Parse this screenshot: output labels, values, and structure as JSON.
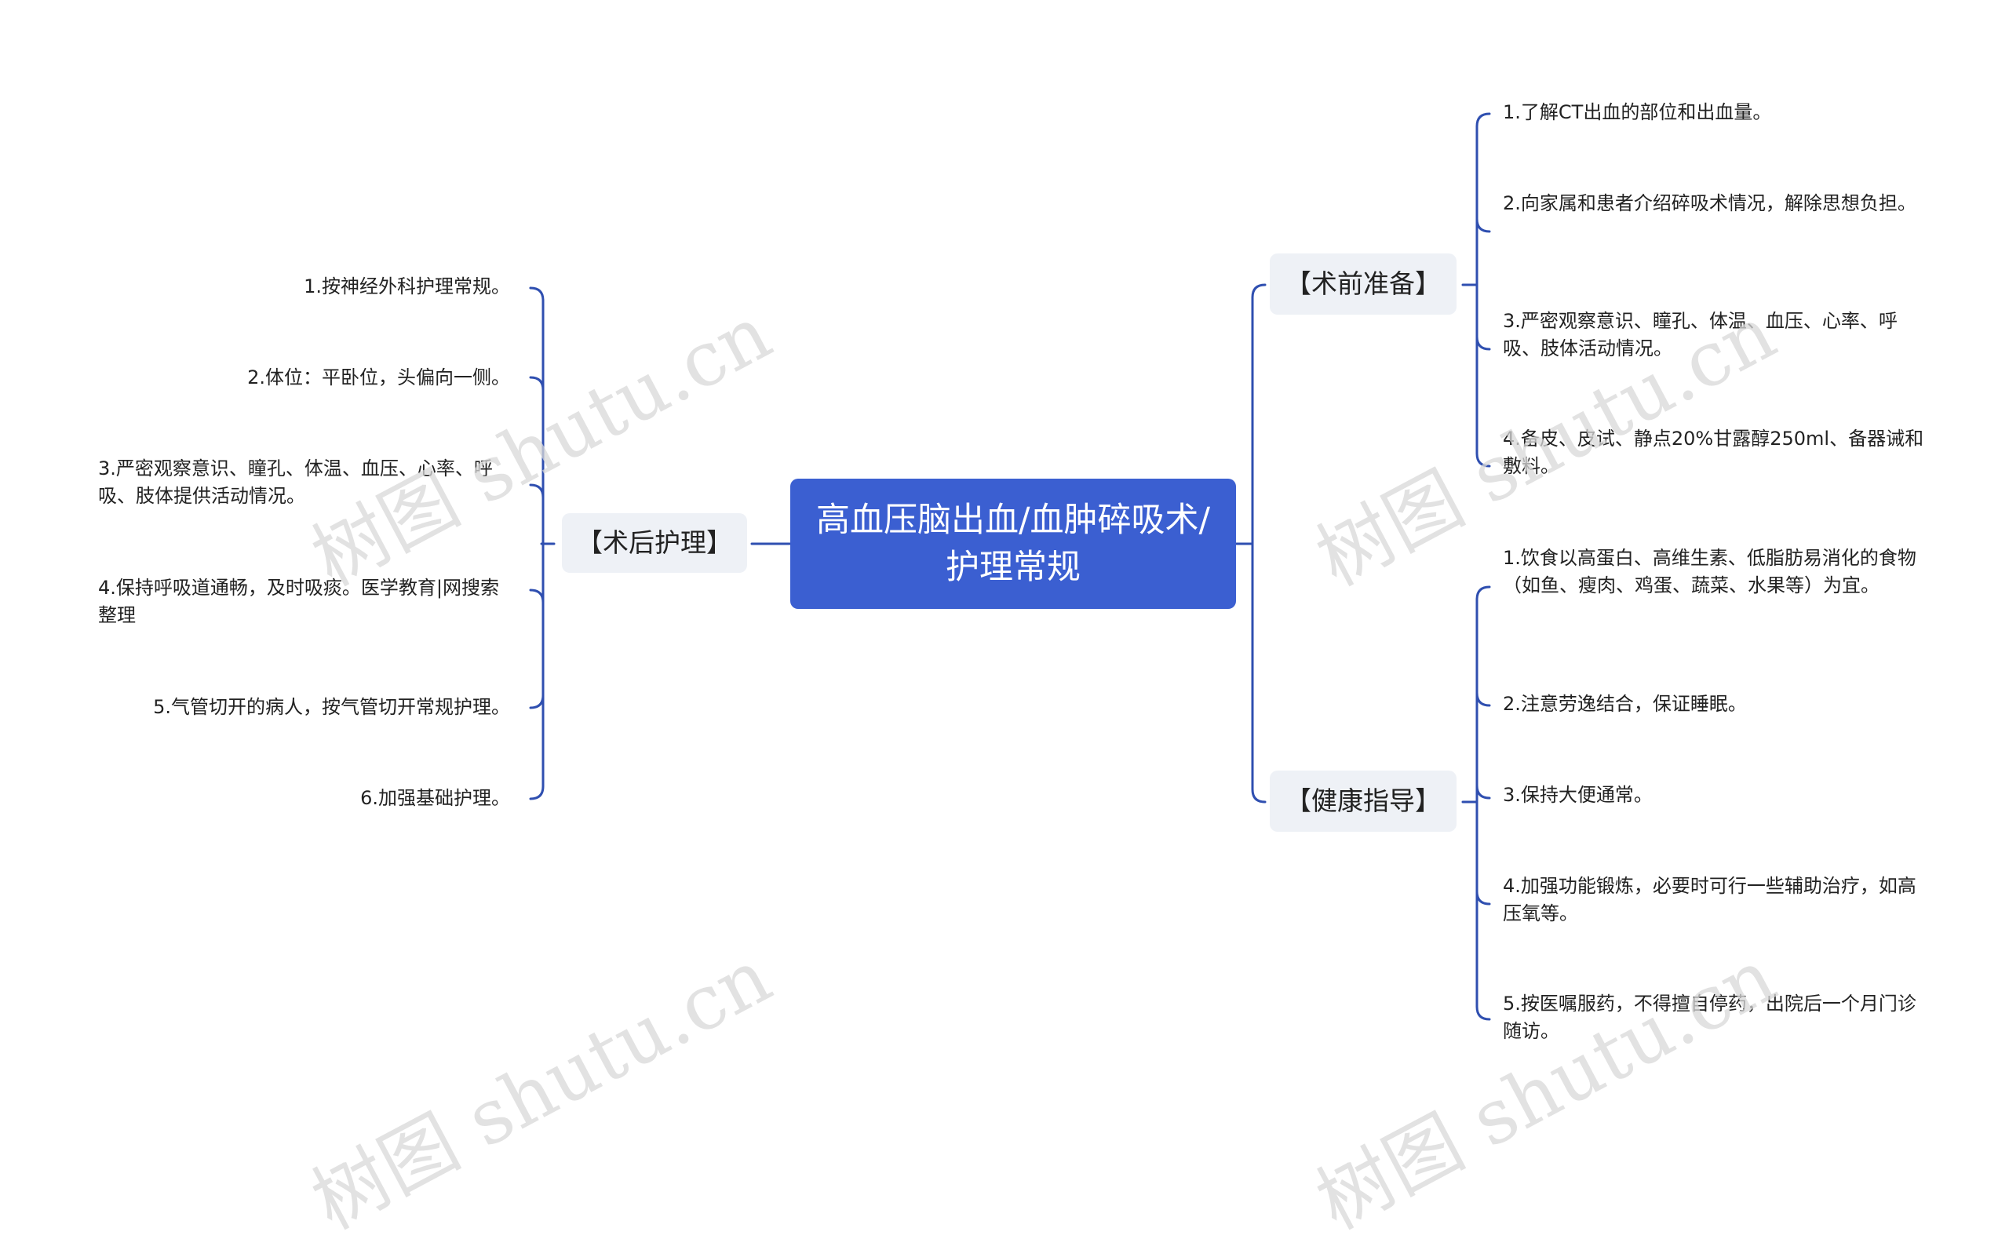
{
  "center": {
    "label": "高血压脑出血/血肿碎吸术/护理常规"
  },
  "branches": {
    "postop": {
      "label": "【术后护理】",
      "items": [
        "1.按神经外科护理常规。",
        "2.体位：平卧位，头偏向一侧。",
        "3.严密观察意识、瞳孔、体温、血压、心率、呼吸、肢体提供活动情况。",
        "4.保持呼吸道通畅，及时吸痰。医学教育|网搜索整理",
        "5.气管切开的病人，按气管切开常规护理。",
        "6.加强基础护理。"
      ]
    },
    "preop": {
      "label": "【术前准备】",
      "items": [
        "1.了解CT出血的部位和出血量。",
        "2.向家属和患者介绍碎吸术情况，解除思想负担。",
        "3.严密观察意识、瞳孔、体温、血压、心率、呼吸、肢体活动情况。",
        "4.备皮、皮试、静点20%甘露醇250ml、备器诫和敷料。"
      ]
    },
    "health": {
      "label": "【健康指导】",
      "items": [
        "1.饮食以高蛋白、高维生素、低脂肪易消化的食物（如鱼、瘦肉、鸡蛋、蔬菜、水果等）为宜。",
        "2.注意劳逸结合，保证睡眠。",
        "3.保持大便通常。",
        "4.加强功能锻炼，必要时可行一些辅助治疗，如高压氧等。",
        "5.按医嘱服药，不得擅自停药，出院后一个月门诊随访。"
      ]
    }
  },
  "watermark": {
    "text": "树图 shutu.cn"
  },
  "colors": {
    "line": "#2f4fb0",
    "center_bg": "#3b5fd1",
    "branch_bg": "#eef1f6"
  }
}
